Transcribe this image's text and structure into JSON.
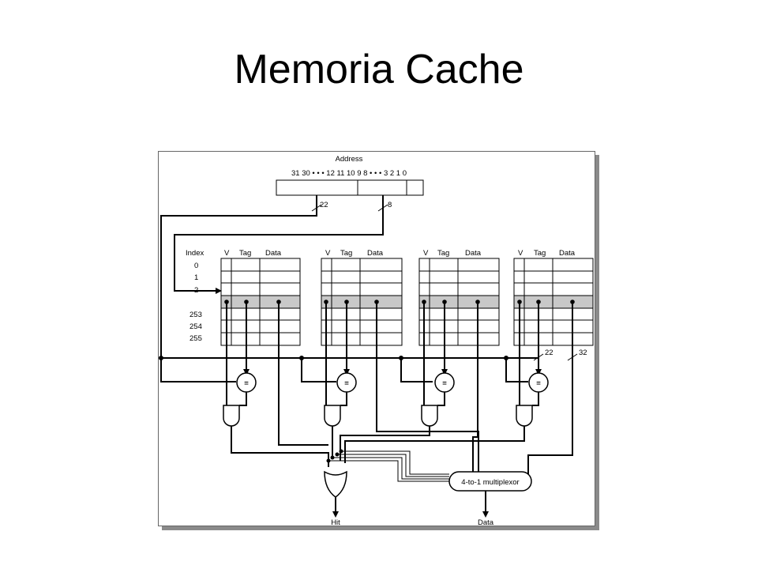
{
  "slide": {
    "title": "Memoria Cache"
  },
  "diagram": {
    "address_label": "Address",
    "bit_positions": "31 30 • • • 12 11 10 9 8 • • • 3 2 1 0",
    "tag_width": "22",
    "index_width": "8",
    "index_header": "Index",
    "index_values": [
      "0",
      "1",
      "2",
      "253",
      "254",
      "255"
    ],
    "way_headers": {
      "v": "V",
      "tag": "Tag",
      "data": "Data"
    },
    "comparator_symbol": "=",
    "compare_width": "22",
    "data_width": "32",
    "mux_label": "4-to-1 multiplexor",
    "hit_label": "Hit",
    "data_out_label": "Data"
  }
}
